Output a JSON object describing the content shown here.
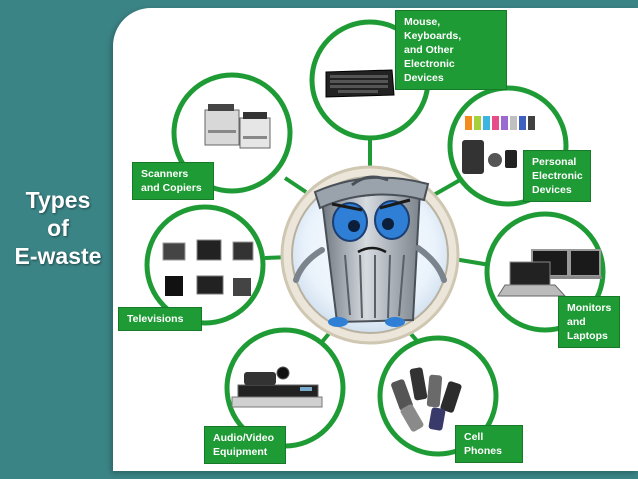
{
  "title": [
    "Types",
    "of",
    "E-waste"
  ],
  "colors": {
    "background": "#3b8486",
    "ring": "#1f9b35",
    "label_bg": "#1f9b35",
    "label_text": "#ffffff"
  },
  "categories": [
    {
      "id": "input-devices",
      "label": [
        "Mouse, Keyboards,",
        "and Other Electronic",
        "Devices"
      ],
      "icon": "keyboard-mouse-icon"
    },
    {
      "id": "personal-electronics",
      "label": [
        "Personal",
        "Electronic",
        "Devices"
      ],
      "icon": "personal-electronics-icon"
    },
    {
      "id": "monitors-laptops",
      "label": [
        "Monitors",
        "and",
        "Laptops"
      ],
      "icon": "monitor-laptop-icon"
    },
    {
      "id": "cell-phones",
      "label": [
        "Cell",
        "Phones"
      ],
      "icon": "cell-phones-icon"
    },
    {
      "id": "audio-video",
      "label": [
        "Audio/Video",
        "Equipment"
      ],
      "icon": "audio-video-icon"
    },
    {
      "id": "televisions",
      "label": [
        "Televisions"
      ],
      "icon": "televisions-icon"
    },
    {
      "id": "scanners-copiers",
      "label": [
        "Scanners",
        "and Copiers"
      ],
      "icon": "copier-icon"
    }
  ],
  "center_icon": "sad-trash-can-icon"
}
